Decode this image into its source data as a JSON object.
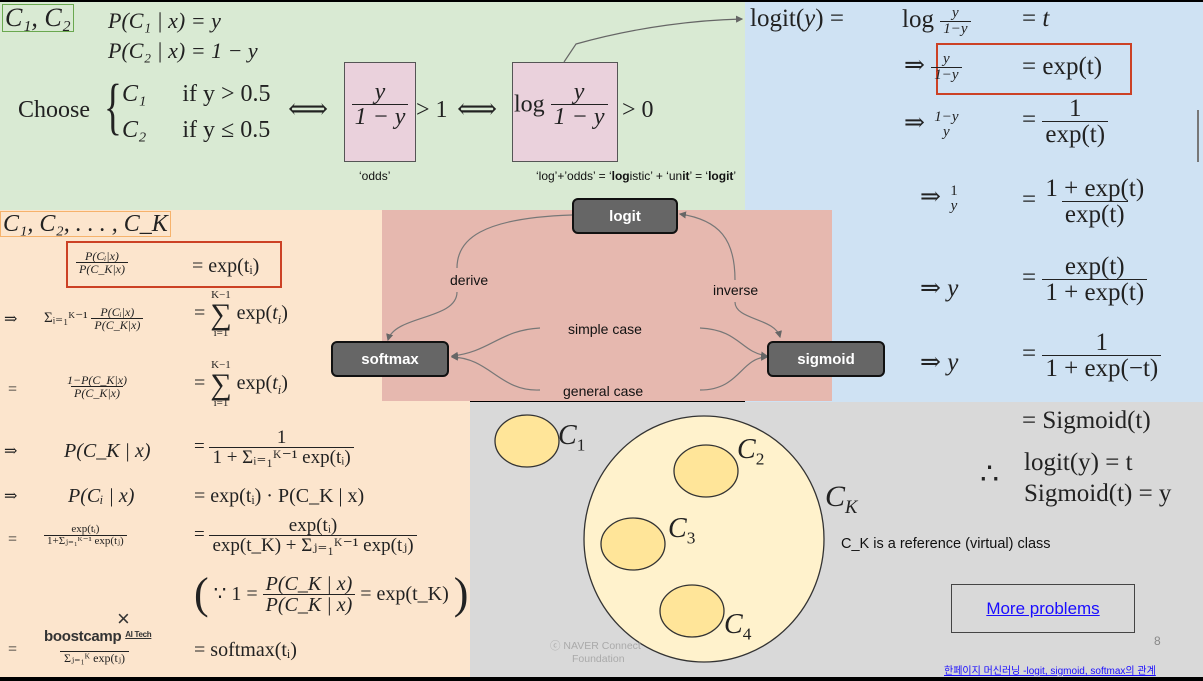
{
  "binary": {
    "label": "C₁, C₂",
    "p1": "P(C₁ | x) = y",
    "p2": "P(C₂ | x) = 1 − y",
    "choose": "Choose",
    "case1_class": "C₁",
    "case1_cond": "if y > 0.5",
    "case2_class": "C₂",
    "case2_cond": "if y ≤ 0.5",
    "iff": "⟺",
    "odds_num": "y",
    "odds_den": "1 − y",
    "gt1": "> 1",
    "log": "log",
    "gt0": "> 0",
    "odds_caption": "‘odds’",
    "logit_caption_parts": [
      "‘log’+’odds’ =  ‘",
      "log",
      "istic’ + ‘un",
      "it",
      "’ = ‘",
      "logit",
      "’"
    ]
  },
  "logit_derivation": {
    "lines": [
      {
        "lhs_prefix": "logit(y) =",
        "lhs": "log y/(1−y)",
        "rhs": "= t"
      },
      {
        "lhs_prefix": "⇒",
        "lhs": "y/(1−y)",
        "rhs": "= exp(t)"
      },
      {
        "lhs_prefix": "⇒",
        "lhs": "(1−y)/y",
        "rhs_num": "1",
        "rhs_den": "exp(t)"
      },
      {
        "lhs_prefix": "⇒",
        "lhs": "1/y",
        "rhs_num": "1 + exp(t)",
        "rhs_den": "exp(t)"
      },
      {
        "lhs_prefix": "⇒ y",
        "rhs_num": "exp(t)",
        "rhs_den": "1 + exp(t)"
      },
      {
        "lhs_prefix": "⇒ y",
        "rhs_num": "1",
        "rhs_den": "1 + exp(−t)"
      },
      {
        "rhs": "= Sigmoid(t)"
      }
    ],
    "therefore": "∴",
    "conclusion1": "logit(y) = t",
    "conclusion2": "Sigmoid(t) = y"
  },
  "multiclass": {
    "label": "C₁, C₂, . . . , C_K",
    "boxed_lhs_num": "P(Cᵢ|x)",
    "boxed_lhs_den": "P(C_K|x)",
    "boxed_rhs": "= exp(tᵢ)",
    "row2_prefix": "⇒",
    "row2_sum": "Σᵢ₌₁ᴷ⁻¹",
    "row2_rhs": "= Σ exp(tᵢ)",
    "sum_upper": "K−1",
    "sum_lower": "i=1",
    "row3_prefix": "=",
    "row3_num": "1−P(C_K|x)",
    "row3_den": "P(C_K|x)",
    "row4_prefix": "⇒",
    "row4_lhs": "P(C_K | x)",
    "row4_num": "1",
    "row4_den": "1 + Σᵢ₌₁ᴷ⁻¹ exp(tᵢ)",
    "row5_prefix": "⇒",
    "row5_lhs": "P(Cᵢ | x)",
    "row5_rhs": "= exp(tᵢ) · P(C_K | x)",
    "row6_prefix": "=",
    "row6_lhs_num": "exp(tᵢ)",
    "row6_lhs_den": "1+Σⱼ₌₁ᴷ⁻¹ exp(tⱼ)",
    "row6_num": "exp(tᵢ)",
    "row6_den": "exp(t_K) + Σⱼ₌₁ᴷ⁻¹ exp(tⱼ)",
    "row7": "∵ 1 =",
    "row7_num": "P(C_K | x)",
    "row7_den": "P(C_K | x)",
    "row7_rhs": "= exp(t_K)",
    "row8_prefix": "=",
    "row8_den": "Σⱼ₌₁ᴷ exp(tⱼ)",
    "row8_rhs": "= softmax(tᵢ)"
  },
  "diagram": {
    "nodes": {
      "logit": "logit",
      "softmax": "softmax",
      "sigmoid": "sigmoid"
    },
    "edges": {
      "derive": "derive",
      "inverse": "inverse",
      "simple": "simple case",
      "general": "general case"
    }
  },
  "venn": {
    "c1": "C",
    "c1_sub": "1",
    "c2": "C",
    "c2_sub": "2",
    "c3": "C",
    "c3_sub": "3",
    "c4": "C",
    "c4_sub": "4",
    "ck": "C",
    "ck_sub": "K",
    "note": "C_K is a reference (virtual) class"
  },
  "footer": {
    "more_problems": "More problems",
    "page_number": "8",
    "source_link": "한페이지 머신러닝 -logit, sigmoid, softmax의 관계",
    "copyright_symbol": "ⓒ",
    "copyright_line1": "NAVER Connect",
    "copyright_line2": "Foundation",
    "brand": "boostcamp",
    "brand_sub": "AI Tech",
    "close_symbol": "×"
  },
  "colors": {
    "green_panel": "#d9ead3",
    "blue_panel": "#cfe2f3",
    "orange_panel": "#fce5cd",
    "red_panel": "#e6b8af",
    "gray_panel": "#d9d9d9",
    "highlight_box": "#cc4125",
    "node_fill": "#666666",
    "link": "#1a0dff"
  }
}
